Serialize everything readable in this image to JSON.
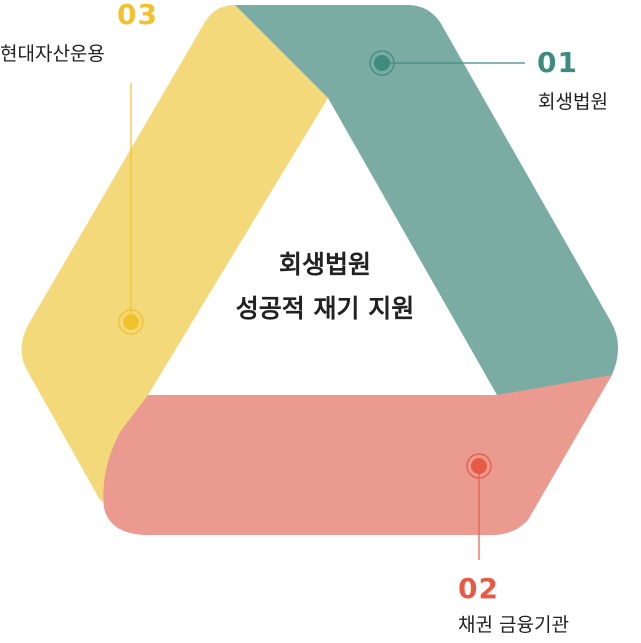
{
  "center_text": [
    "회생법원",
    "성공적 재기 지원"
  ],
  "segments": [
    {
      "number": "01",
      "label": "회생법원",
      "color": "#7aaca4",
      "marker": "#3e8b7f"
    },
    {
      "number": "02",
      "label": "채권 금융기관",
      "color": "#eb9a90",
      "marker": "#e85a45"
    },
    {
      "number": "03",
      "label": "현대자산운용",
      "color": "#f3d97a",
      "marker": "#f2c12e"
    }
  ]
}
